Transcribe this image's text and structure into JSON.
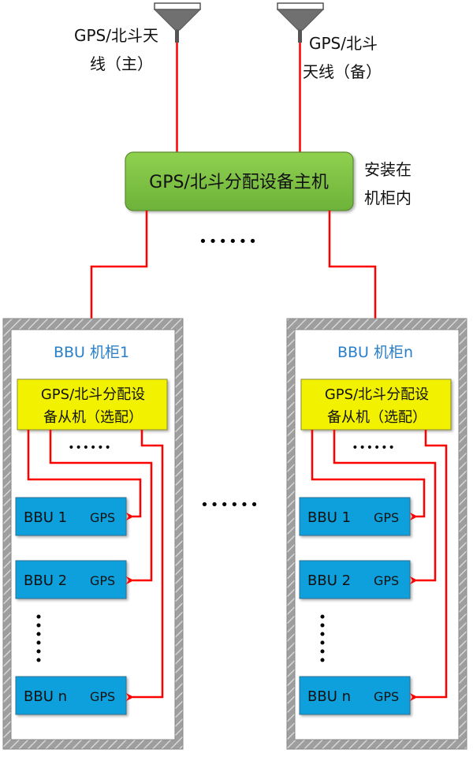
{
  "antennas": {
    "main": {
      "label_line1": "GPS/北斗天",
      "label_line2": "线（主）"
    },
    "backup": {
      "label_line1": "GPS/北斗",
      "label_line2": "天线（备）"
    }
  },
  "host": {
    "label": "GPS/北斗分配设备主机",
    "note_line1": "安装在",
    "note_line2": "机柜内",
    "color": "#7cc242"
  },
  "ellipsis_h": "••••••",
  "cabinets": [
    {
      "title": "BBU 机柜1",
      "slave_line1": "GPS/北斗分配设",
      "slave_line2": "备从机（选配）",
      "ellipsis": "••••••",
      "bbus": [
        {
          "name": "BBU 1",
          "port": "GPS"
        },
        {
          "name": "BBU 2",
          "port": "GPS"
        },
        {
          "name": "BBU n",
          "port": "GPS"
        }
      ]
    },
    {
      "title": "BBU 机柜n",
      "slave_line1": "GPS/北斗分配设",
      "slave_line2": "备从机（选配）",
      "ellipsis": "••••••",
      "bbus": [
        {
          "name": "BBU 1",
          "port": "GPS"
        },
        {
          "name": "BBU 2",
          "port": "GPS"
        },
        {
          "name": "BBU n",
          "port": "GPS"
        }
      ]
    }
  ],
  "colors": {
    "line": "#ff0000",
    "slave_fill": "#f2f200",
    "bbu_fill": "#0aa0dc",
    "cabinet_title": "#2a7fc9"
  }
}
